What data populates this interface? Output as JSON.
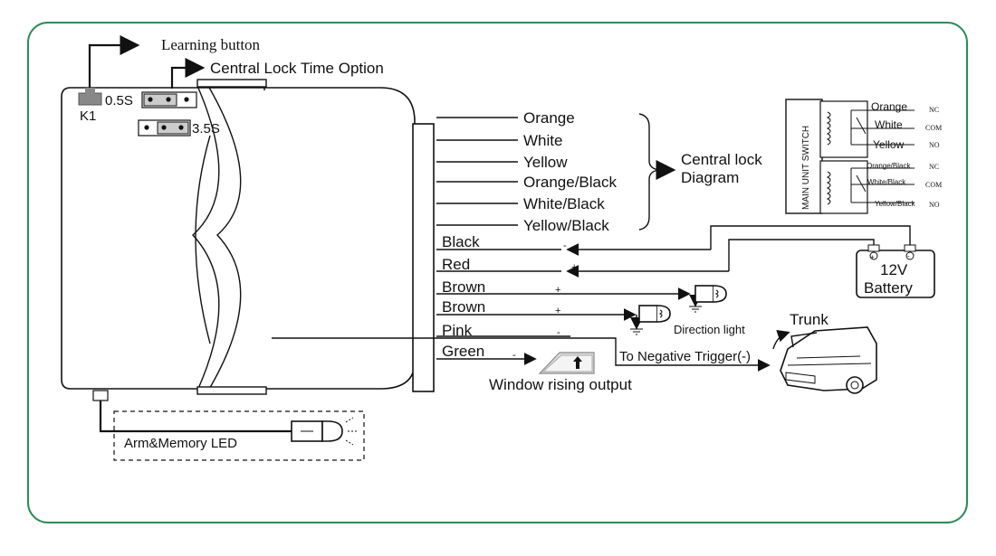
{
  "labels": {
    "learning_button": "Learning button",
    "central_lock_time_option": "Central Lock Time Option",
    "k1": "K1",
    "jumper_05": "0.5S",
    "jumper_35": "3.5S",
    "central_lock_diagram_line1": "Central lock",
    "central_lock_diagram_line2": "Diagram",
    "main_unit_switch": "MAIN UNIT SWITCH",
    "battery_12v": "12V",
    "battery": "Battery",
    "direction_light": "Direction light",
    "trunk": "Trunk",
    "to_negative_trigger": "To Negative Trigger(-)",
    "window_rising_output": "Window rising output",
    "arm_memory_led": "Arm&Memory LED"
  },
  "central_lock_wires": [
    "Orange",
    "White",
    "Yellow",
    "Orange/Black",
    "White/Black",
    "Yellow/Black"
  ],
  "main_wires": [
    "Black",
    "Red",
    "Brown",
    "Brown",
    "Pink",
    "Green"
  ],
  "polarity": {
    "minus": "-",
    "plus": "+"
  },
  "relay_top": {
    "wires": [
      "Orange",
      "White",
      "Yellow"
    ],
    "contacts": [
      "NC",
      "COM",
      "NO"
    ]
  },
  "relay_bottom": {
    "wires": [
      "Orange/Black",
      "White/Black",
      "Yellow/Black"
    ],
    "contacts": [
      "NC",
      "COM",
      "NO"
    ]
  },
  "colors": {
    "frame": "#2e8b57",
    "line": "#111111"
  }
}
